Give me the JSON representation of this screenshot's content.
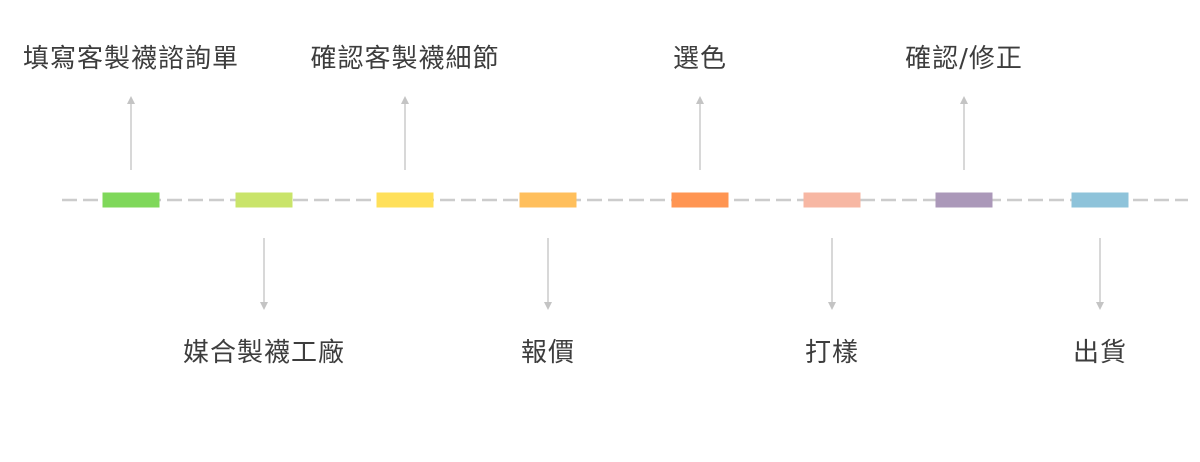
{
  "timeline": {
    "line_color": "#cccccc",
    "arrow_color": "#c4c4c4",
    "label_color": "#3d3d3d",
    "steps": [
      {
        "label": "填寫客製襪諮詢單",
        "color": "#7fd85a",
        "label_position": "top"
      },
      {
        "label": "媒合製襪工廠",
        "color": "#c9e46a",
        "label_position": "bottom"
      },
      {
        "label": "確認客製襪細節",
        "color": "#ffe05a",
        "label_position": "top"
      },
      {
        "label": "報價",
        "color": "#ffbf5c",
        "label_position": "bottom"
      },
      {
        "label": "選色",
        "color": "#ff9552",
        "label_position": "top"
      },
      {
        "label": "打樣",
        "color": "#f7b7a3",
        "label_position": "bottom"
      },
      {
        "label": "確認/修正",
        "color": "#ab98b9",
        "label_position": "top"
      },
      {
        "label": "出貨",
        "color": "#8ec3da",
        "label_position": "bottom"
      }
    ]
  }
}
